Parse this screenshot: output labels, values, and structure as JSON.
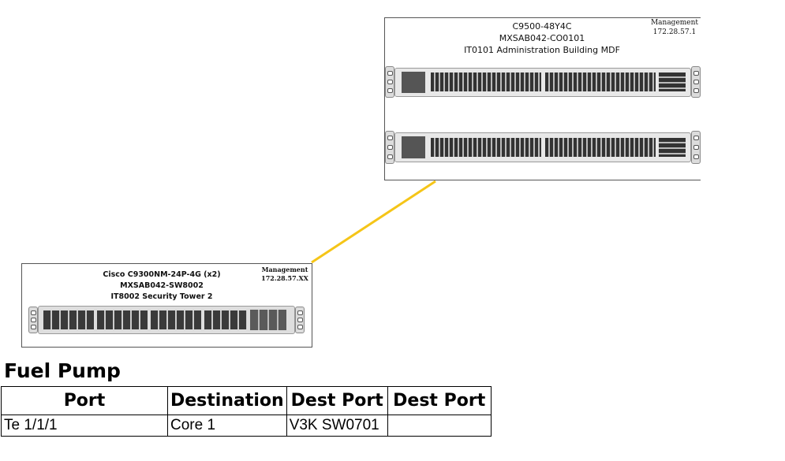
{
  "core_switch": {
    "model": "C9500-48Y4C",
    "hostname": "MXSAB042-CO0101",
    "location": "IT0101 Administration Building MDF",
    "management_label": "Management",
    "management_ip": "172.28.57.1"
  },
  "access_switch": {
    "model": "Cisco C9300NM-24P-4G (x2)",
    "hostname": "MXSAB042-SW8002",
    "location": "IT8002 Security Tower 2",
    "management_label": "Management",
    "management_ip": "172.28.57.XX"
  },
  "link_color": "#f5c518",
  "section_heading": "Fuel Pump",
  "table": {
    "headers": [
      "Port",
      "Destination",
      "Dest Port",
      "Dest Port"
    ],
    "rows": [
      [
        "Te 1/1/1",
        "Core 1",
        "V3K SW0701",
        ""
      ]
    ]
  }
}
